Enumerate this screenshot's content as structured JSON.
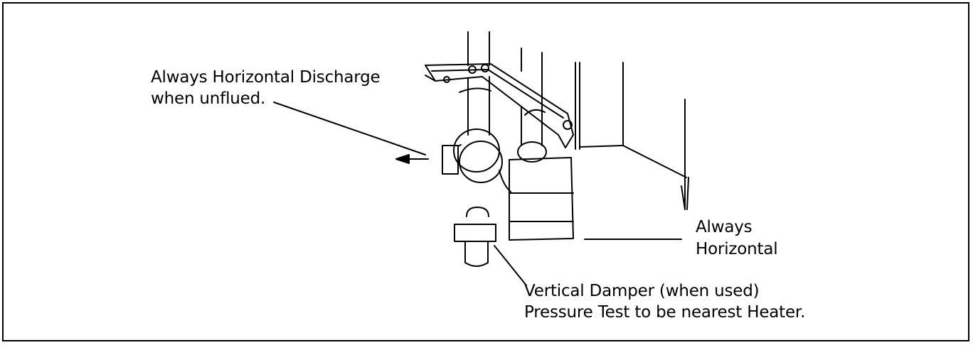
{
  "labels": {
    "discharge_line1": "Always Horizontal Discharge",
    "discharge_line2": "when unflued.",
    "horizontal_line1": "Always",
    "horizontal_line2": "Horizontal",
    "damper_line1": "Vertical Damper (when used)",
    "damper_line2": "Pressure Test to be nearest Heater."
  },
  "colors": {
    "line": "#000000",
    "background": "#ffffff"
  }
}
